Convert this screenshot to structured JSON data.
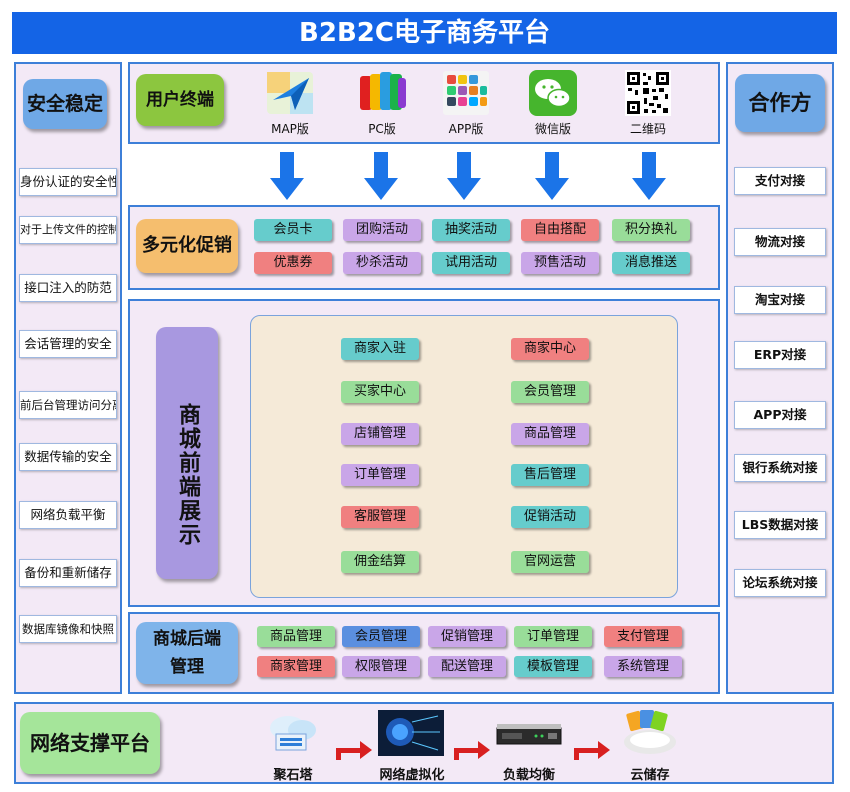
{
  "title": "B2B2C电子商务平台",
  "left": {
    "header": "安全稳定",
    "items": [
      "身份认证的安全性",
      "对于上传文件的控制",
      "接口注入的防范",
      "会话管理的安全",
      "前后台管理访问分离",
      "数据传输的安全",
      "网络负载平衡",
      "备份和重新储存",
      "数据库镜像和快照"
    ]
  },
  "right": {
    "header": "合作方",
    "items": [
      "支付对接",
      "物流对接",
      "淘宝对接",
      "ERP对接",
      "APP对接",
      "银行系统对接",
      "LBS数据对接",
      "论坛系统对接"
    ]
  },
  "terminal": {
    "label": "用户终端",
    "icons": [
      {
        "name": "map-icon",
        "caption": "MAP版"
      },
      {
        "name": "pc-icon",
        "caption": "PC版"
      },
      {
        "name": "app-icon",
        "caption": "APP版"
      },
      {
        "name": "wechat-icon",
        "caption": "微信版"
      },
      {
        "name": "qrcode-icon",
        "caption": "二维码"
      }
    ]
  },
  "promo": {
    "label": "多元化促销",
    "row1": [
      "会员卡",
      "团购活动",
      "抽奖活动",
      "自由搭配",
      "积分换礼"
    ],
    "row2": [
      "优惠券",
      "秒杀活动",
      "试用活动",
      "预售活动",
      "消息推送"
    ],
    "colors": [
      "#66cccc",
      "#c9a6e8",
      "#66cccc",
      "#f08080",
      "#99dd99"
    ],
    "colors2": [
      "#f08080",
      "#c9a6e8",
      "#66cccc",
      "#c9a6e8",
      "#66cccc"
    ]
  },
  "front": {
    "label": "商城前端展示",
    "left": [
      "商家入驻",
      "买家中心",
      "店铺管理",
      "订单管理",
      "客服管理",
      "佣金结算"
    ],
    "right": [
      "商家中心",
      "会员管理",
      "商品管理",
      "售后管理",
      "促销活动",
      "官网运营"
    ],
    "left_colors": [
      "#66cccc",
      "#99dd99",
      "#c9a6e8",
      "#c9a6e8",
      "#f08080",
      "#99dd99"
    ],
    "right_colors": [
      "#f08080",
      "#99dd99",
      "#c9a6e8",
      "#66cccc",
      "#66cccc",
      "#99dd99"
    ]
  },
  "back": {
    "label": "商城后端管理",
    "row1": [
      "商品管理",
      "会员管理",
      "促销管理",
      "订单管理",
      "支付管理"
    ],
    "row2": [
      "商家管理",
      "权限管理",
      "配送管理",
      "模板管理",
      "系统管理"
    ],
    "colors1": [
      "#99dd99",
      "#5b8fe0",
      "#c9a6e8",
      "#99dd99",
      "#f08080"
    ],
    "colors2": [
      "#f08080",
      "#c9a6e8",
      "#c9a6e8",
      "#66cccc",
      "#c9a6e8"
    ]
  },
  "network": {
    "label": "网络支撑平台",
    "steps": [
      "聚石塔",
      "网络虚拟化",
      "负载均衡",
      "云储存"
    ]
  }
}
